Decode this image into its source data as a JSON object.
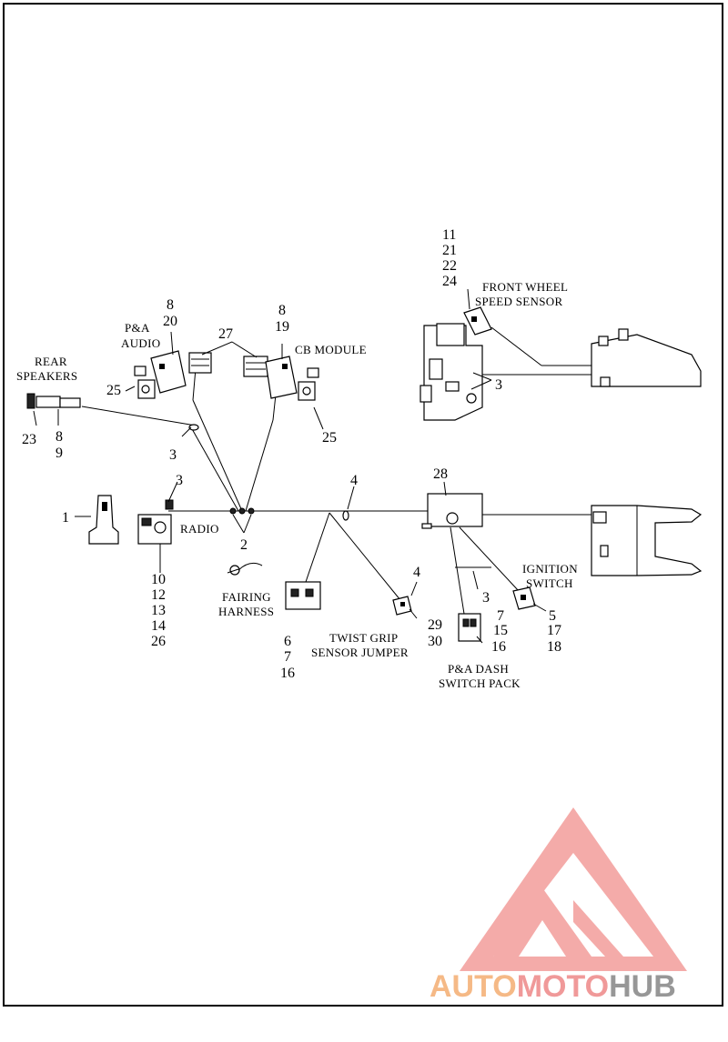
{
  "labels": {
    "rear_speakers_1": "REAR",
    "rear_speakers_2": "SPEAKERS",
    "pa_audio_1": "P&A",
    "pa_audio_2": "AUDIO",
    "cb_module": "CB MODULE",
    "front_wheel_1": "FRONT WHEEL",
    "front_wheel_2": "SPEED SENSOR",
    "radio": "RADIO",
    "fairing_1": "FAIRING",
    "fairing_2": "HARNESS",
    "twist_1": "TWIST GRIP",
    "twist_2": "SENSOR JUMPER",
    "dash_1": "P&A DASH",
    "dash_2": "SWITCH PACK",
    "ignition_1": "IGNITION",
    "ignition_2": "SWITCH"
  },
  "callouts": {
    "c1": "1",
    "c2": "2",
    "c3a": "3",
    "c3b": "3",
    "c3c": "3",
    "c3d": "3",
    "c4a": "4",
    "c4b": "4",
    "c5": "5",
    "c6": "6",
    "c7a": "7",
    "c16a": "16",
    "c7b": "7",
    "c15": "15",
    "c16b": "16",
    "c8a": "8",
    "c20": "20",
    "c8b": "8",
    "c19": "19",
    "c8c": "8",
    "c9": "9",
    "c10": "10",
    "c12": "12",
    "c13": "13",
    "c14": "14",
    "c26": "26",
    "c11": "11",
    "c21": "21",
    "c22": "22",
    "c24": "24",
    "c17": "17",
    "c18": "18",
    "c23": "23",
    "c25a": "25",
    "c25b": "25",
    "c27": "27",
    "c28": "28",
    "c29": "29",
    "c30": "30"
  },
  "logo": {
    "auto": "AUTO",
    "moto": "MOTO",
    "hub": "HUB",
    "color_auto": "#f5b27a",
    "color_moto": "#ef8f8f",
    "color_hub": "#8c8c8c",
    "triangle_color": "#f3a3a0"
  }
}
